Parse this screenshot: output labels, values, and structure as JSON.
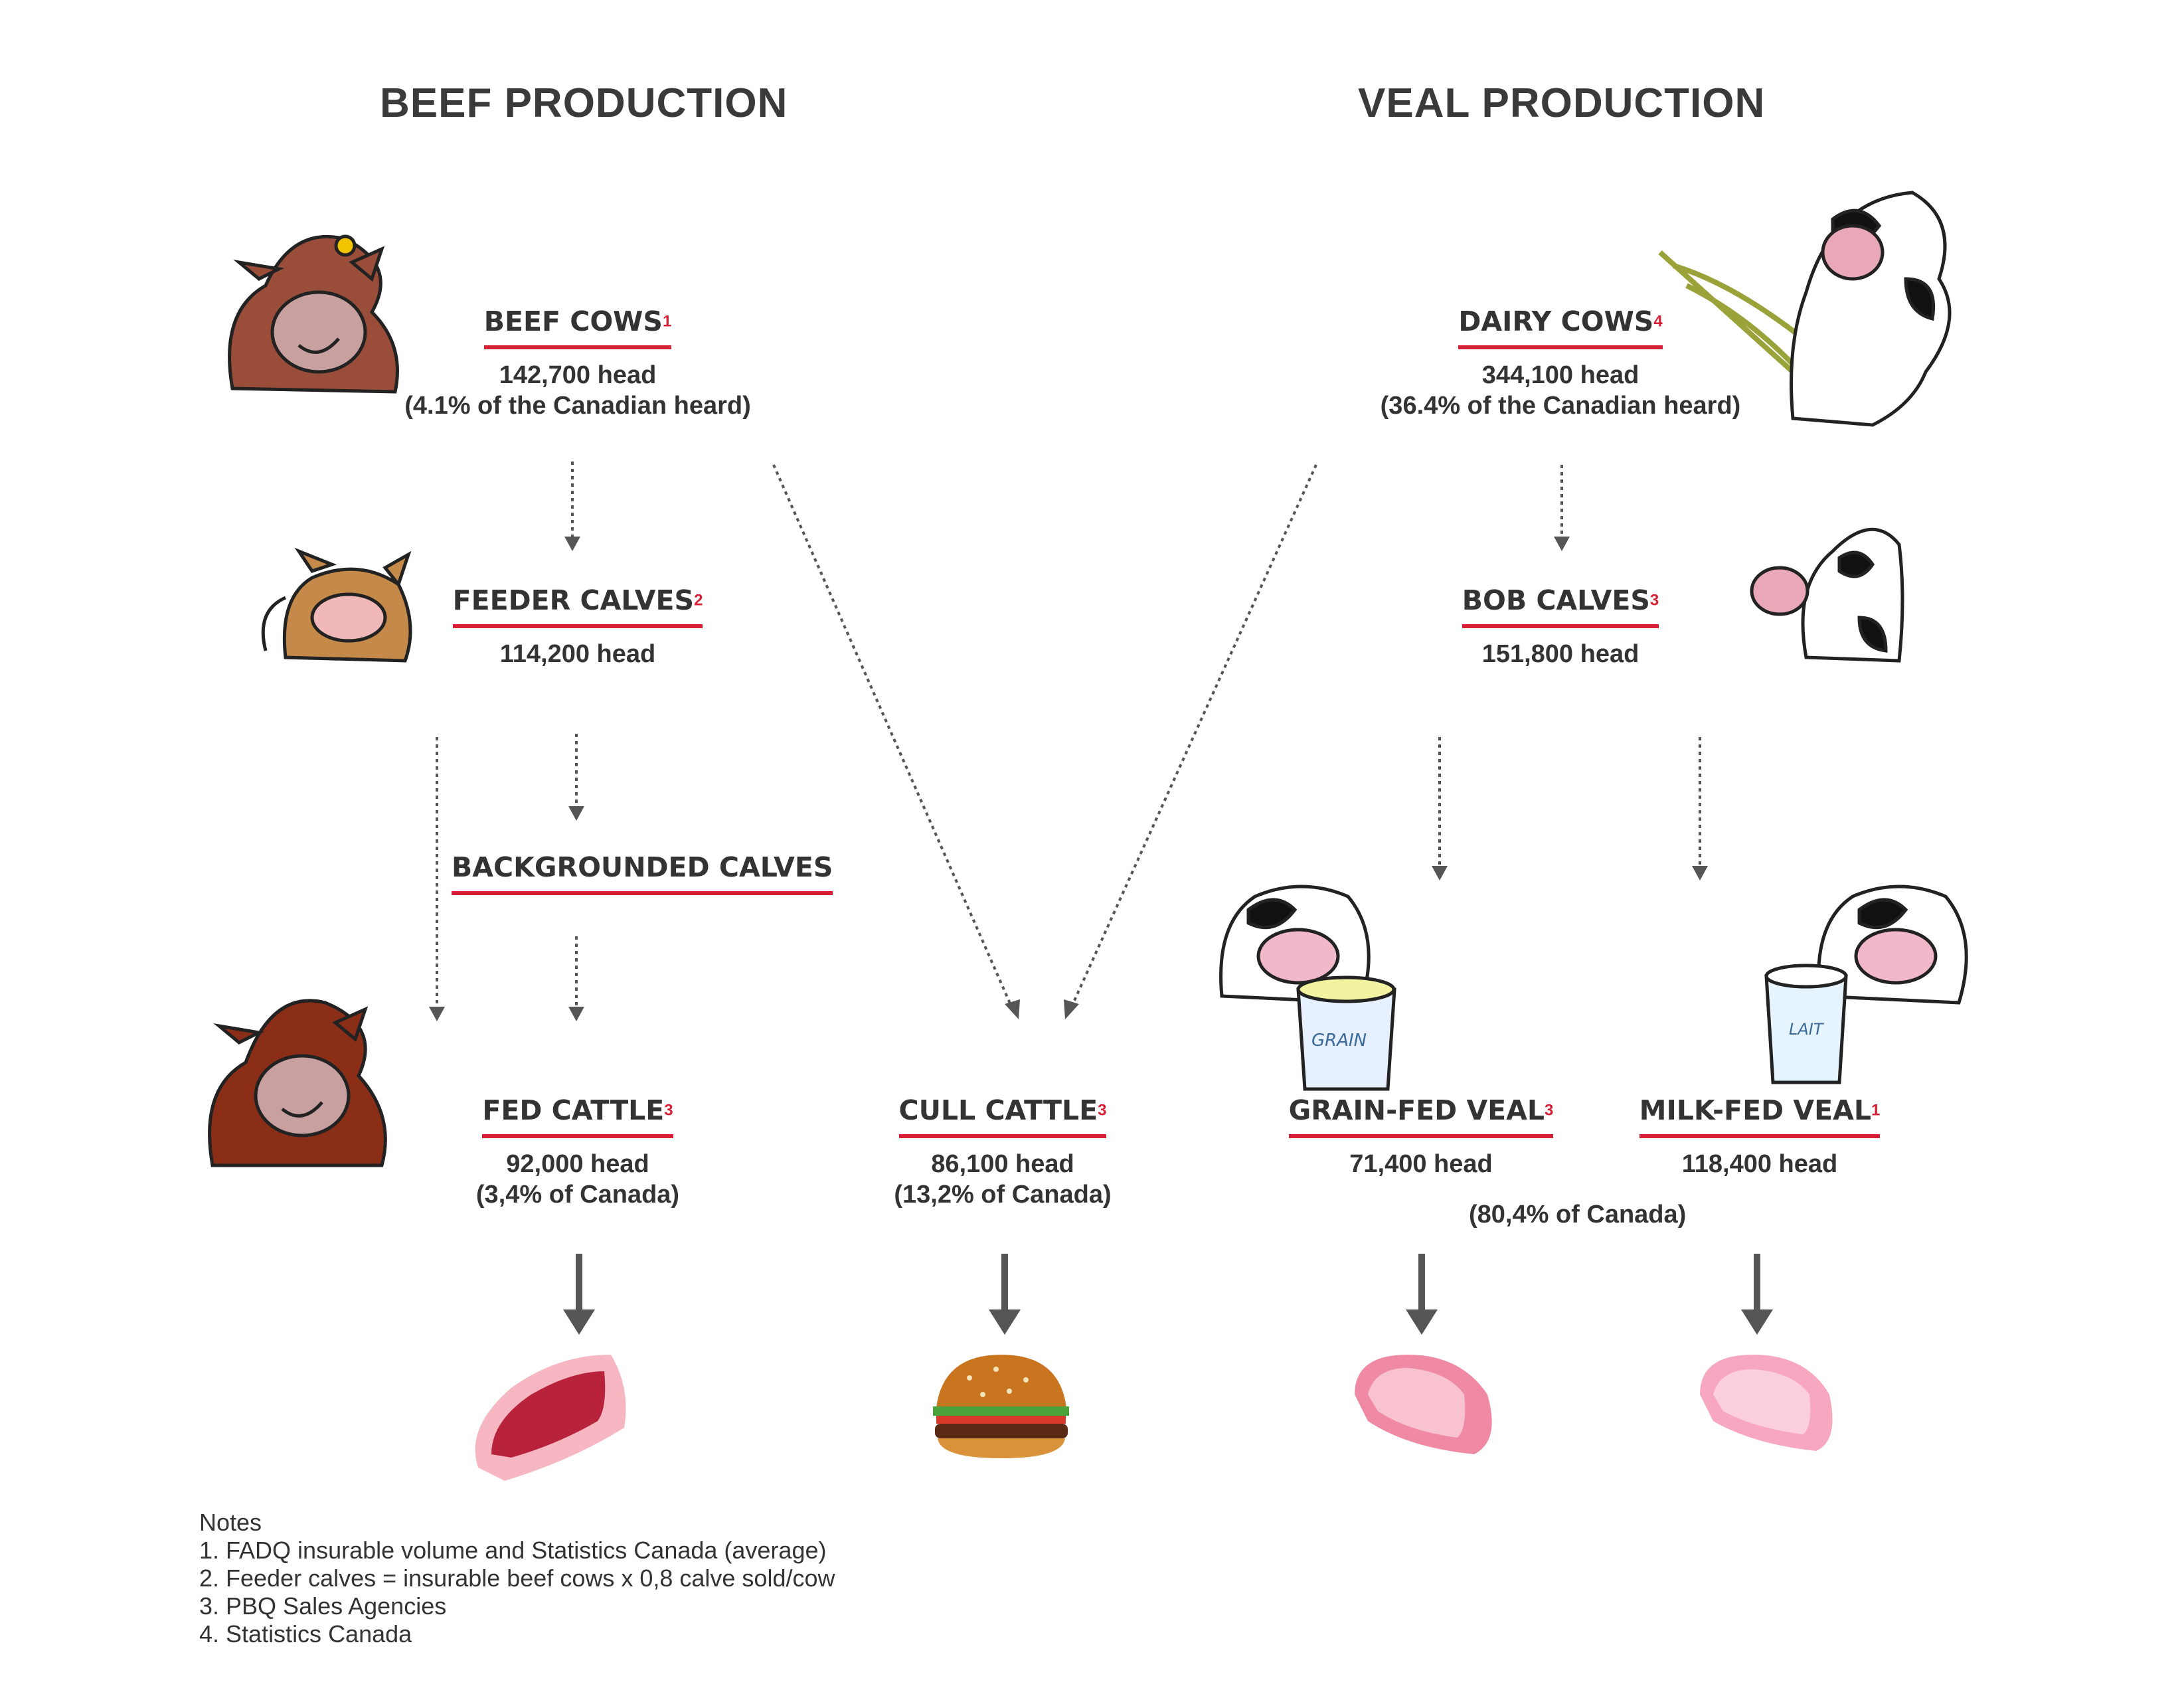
{
  "titles": {
    "beef": "BEEF PRODUCTION",
    "veal": "VEAL PRODUCTION"
  },
  "nodes": {
    "beef_cows": {
      "label": "BEEF COWS",
      "ref": "1",
      "line1": "142,700 head",
      "line2": "(4.1% of the Canadian heard)"
    },
    "dairy_cows": {
      "label": "DAIRY COWS",
      "ref": "4",
      "line1": "344,100 head",
      "line2": "(36.4% of the Canadian heard)"
    },
    "feeder_calves": {
      "label": "FEEDER CALVES",
      "ref": "2",
      "line1": "114,200 head"
    },
    "bob_calves": {
      "label": "BOB CALVES",
      "ref": "3",
      "line1": "151,800 head"
    },
    "backgrounded_calves": {
      "label": "BACKGROUNDED CALVES"
    },
    "fed_cattle": {
      "label": "FED CATTLE",
      "ref": "3",
      "line1": "92,000 head",
      "line2": "(3,4% of Canada)"
    },
    "cull_cattle": {
      "label": "CULL CATTLE",
      "ref": "3",
      "line1": "86,100 head",
      "line2": "(13,2% of Canada)"
    },
    "grain_fed_veal": {
      "label": "GRAIN-FED VEAL",
      "ref": "3",
      "line1": "71,400 head"
    },
    "milk_fed_veal": {
      "label": "MILK-FED VEAL",
      "ref": "1",
      "line1": "118,400 head"
    }
  },
  "veal_share": "(80,4% of Canada)",
  "bucket_labels": {
    "grain": "GRAIN",
    "milk": "LAIT"
  },
  "notes": {
    "heading": "Notes",
    "items": [
      "1. FADQ insurable volume and Statistics Canada (average)",
      "2. Feeder calves = insurable beef cows x 0,8 calve sold/cow",
      "3. PBQ Sales Agencies",
      "4. Statistics Canada"
    ]
  },
  "colors": {
    "accent_red": "#d71f36",
    "text": "#333333",
    "arrow": "#555555",
    "beef_brown": "#9a4e3a",
    "veal_pink": "#f7a7c0"
  },
  "icons": [
    "beef-cow-icon",
    "dairy-cow-icon",
    "feeder-calf-icon",
    "bob-calf-icon",
    "fed-cattle-cow-icon",
    "grain-fed-calf-icon",
    "milk-fed-calf-icon",
    "steak-icon",
    "hamburger-icon",
    "veal-chop-icon"
  ]
}
